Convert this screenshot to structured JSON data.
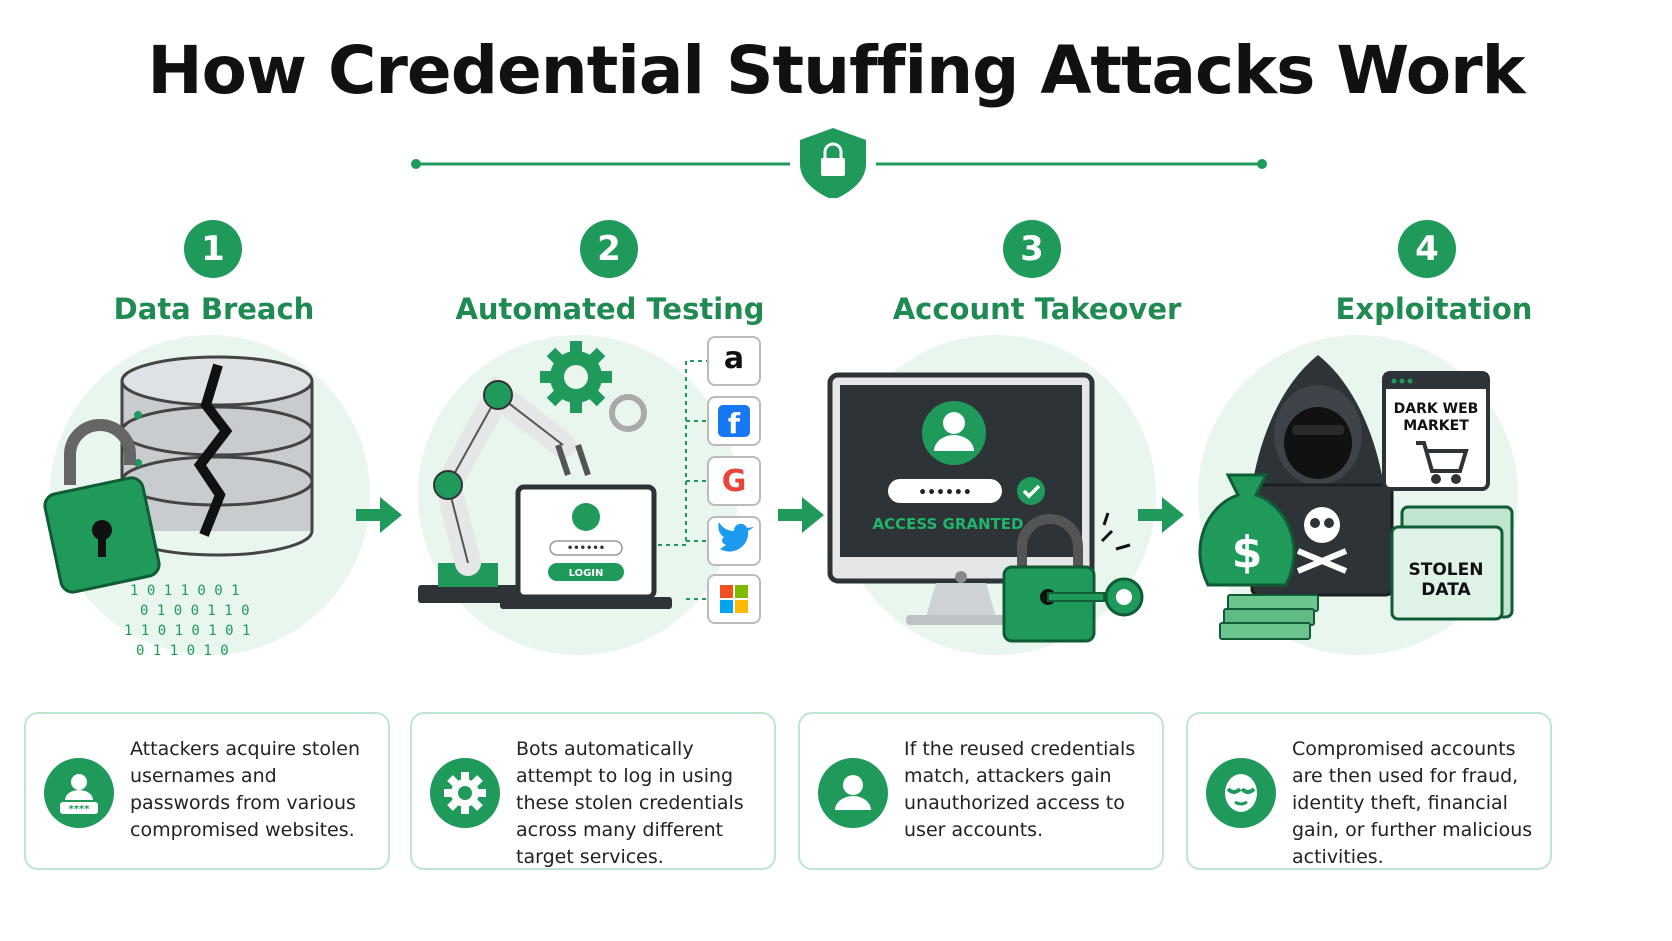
{
  "title": "How Credential Stuffing Attacks Work",
  "steps": [
    {
      "number": "1",
      "title": "Data Breach",
      "description": "Attackers acquire stolen usernames and passwords from various compromised websites."
    },
    {
      "number": "2",
      "title": "Automated Testing",
      "description": "Bots automatically attempt to log in using these stolen credentials across many different target services."
    },
    {
      "number": "3",
      "title": "Account Takeover",
      "description": "If the reused credentials match, attackers gain unauthorized access to user accounts."
    },
    {
      "number": "4",
      "title": "Exploitation",
      "description": "Compromised accounts are then used for fraud, identity theft, financial gain, or further malicious activities."
    }
  ],
  "illustrations": {
    "login_button": "LOGIN",
    "password_mask": "••••••",
    "access_granted": "ACCESS GRANTED",
    "dark_web_line1": "DARK WEB",
    "dark_web_line2": "MARKET",
    "stolen_line1": "STOLEN",
    "stolen_line2": "DATA",
    "services": [
      "a",
      "f",
      "G",
      "twitter",
      "windows"
    ]
  },
  "colors": {
    "accent": "#1f9a5a",
    "accent_light": "#e8f6ee",
    "dark": "#2e3338"
  }
}
